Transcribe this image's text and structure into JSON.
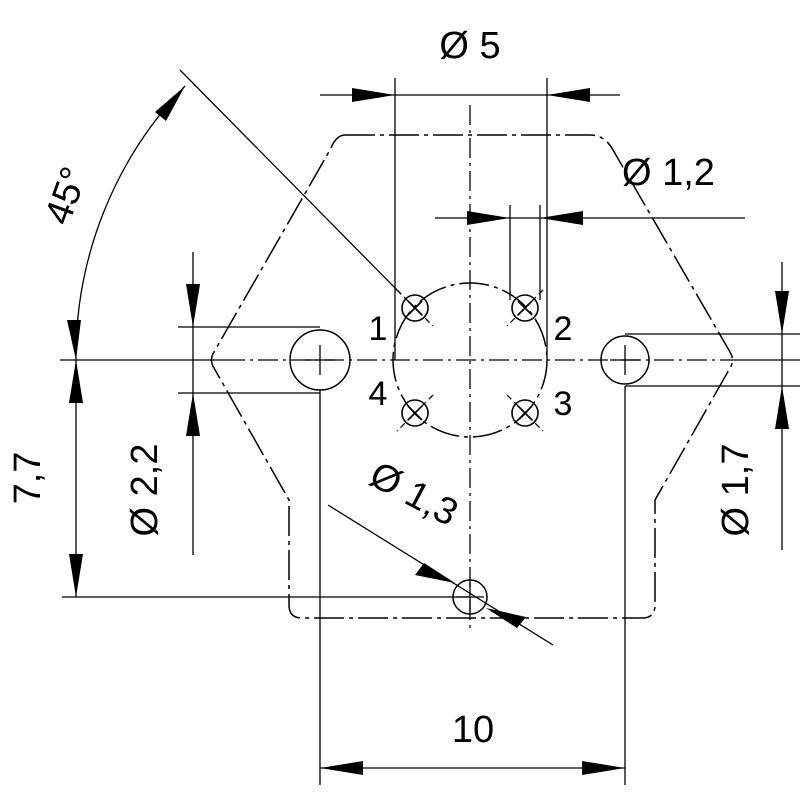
{
  "dimensions": {
    "dia5": "Ø 5",
    "dia1_2": "Ø 1,2",
    "dia2_2": "Ø 2,2",
    "dia1_7": "Ø 1,7",
    "dia1_3": "Ø 1,3",
    "angle": "45°",
    "height": "7,7",
    "width": "10"
  },
  "pins": [
    "1",
    "2",
    "3",
    "4"
  ],
  "colors": {
    "line": "#000000",
    "background": "#ffffff"
  }
}
